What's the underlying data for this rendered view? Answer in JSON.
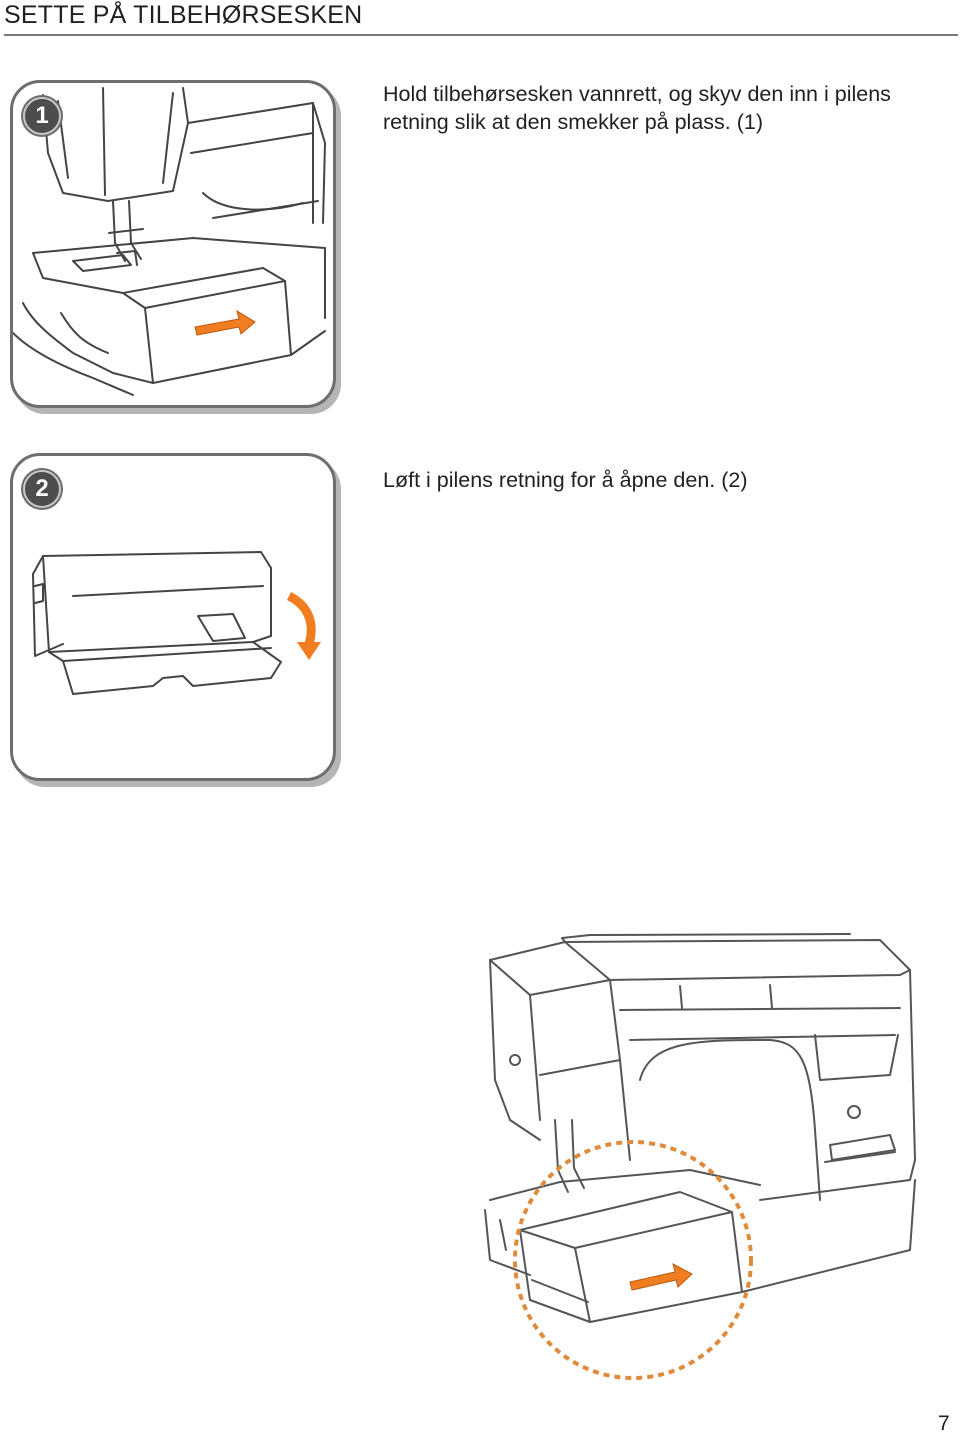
{
  "header": {
    "title": "SETTE PÅ TILBEHØRSESKEN"
  },
  "steps": [
    {
      "number": "1",
      "text_lines": [
        "Hold tilbehørsesken vannrett, og skyv den inn i pilens",
        "retning slik at den smekker på plass. (1)"
      ]
    },
    {
      "number": "2",
      "text_lines": [
        "Løft i pilens retning for å åpne den. (2)"
      ]
    }
  ],
  "footer": {
    "page_number": "7"
  },
  "colors": {
    "accent_arrow": "#f07d1f",
    "outline": "#444444"
  },
  "illustrations": {
    "panel1": "sewing-machine-closeup-with-accessory-box-and-right-arrow",
    "panel2": "open-accessory-box-with-curved-down-arrow",
    "overview": "sewing-machine-with-dashed-circle-highlighting-accessory-box"
  }
}
